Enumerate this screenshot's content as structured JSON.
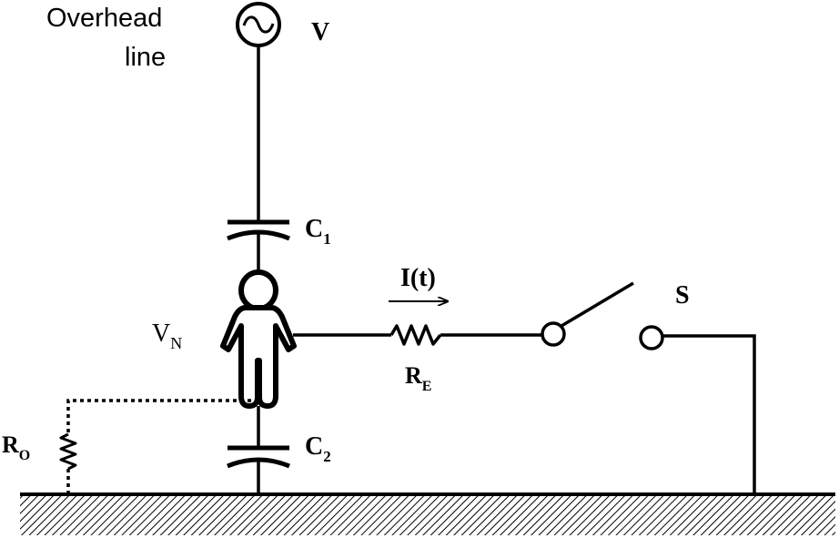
{
  "labels": {
    "overhead_line_1": "Overhead",
    "overhead_line_2": "line",
    "source_v": "V",
    "c1_main": "C",
    "c1_sub": "1",
    "c2_main": "C",
    "c2_sub": "2",
    "current_main": "I(t)",
    "vn_main": "V",
    "vn_sub": "N",
    "re_main": "R",
    "re_sub": "E",
    "ro_main": "R",
    "ro_sub": "O",
    "switch_s": "S"
  },
  "colors": {
    "stroke": "#000000",
    "background": "#ffffff"
  }
}
